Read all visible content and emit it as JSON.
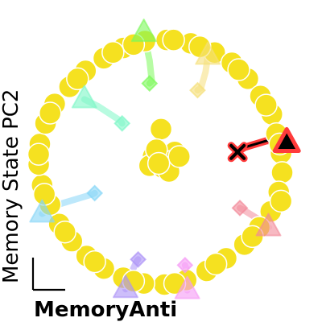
{
  "chart_data": {
    "type": "scatter",
    "title": "",
    "xlabel": "MemoryAnti",
    "ylabel": "Memory State PC2",
    "grid": false,
    "legend": "none",
    "xlim": [
      -1.4,
      1.4
    ],
    "ylim": [
      -1.4,
      1.4
    ],
    "ring_color": "#f5e120",
    "ring_points": [
      [
        -0.14,
        1.07
      ],
      [
        0.05,
        1.08
      ],
      [
        0.26,
        1.05
      ],
      [
        0.47,
        0.97
      ],
      [
        0.62,
        0.88
      ],
      [
        0.76,
        0.74
      ],
      [
        0.87,
        0.59
      ],
      [
        0.97,
        0.43
      ],
      [
        1.01,
        0.26
      ],
      [
        1.05,
        0.09
      ],
      [
        1.06,
        -0.08
      ],
      [
        1.03,
        -0.25
      ],
      [
        0.96,
        -0.42
      ],
      [
        0.86,
        -0.56
      ],
      [
        0.73,
        -0.71
      ],
      [
        0.57,
        -0.83
      ],
      [
        0.4,
        -0.94
      ],
      [
        0.22,
        -1.02
      ],
      [
        0.03,
        -1.06
      ],
      [
        -0.15,
        -1.05
      ],
      [
        -0.33,
        -1.0
      ],
      [
        -0.5,
        -0.92
      ],
      [
        -0.65,
        -0.81
      ],
      [
        -0.78,
        -0.68
      ],
      [
        -0.89,
        -0.53
      ],
      [
        -0.97,
        -0.36
      ],
      [
        -1.04,
        -0.19
      ],
      [
        -1.07,
        -0.01
      ],
      [
        -1.06,
        0.17
      ],
      [
        -1.01,
        0.35
      ],
      [
        -0.93,
        0.52
      ],
      [
        -0.8,
        0.67
      ],
      [
        -0.66,
        0.81
      ],
      [
        -0.5,
        0.92
      ],
      [
        -0.33,
        1.01
      ],
      [
        0.11,
        1.08
      ],
      [
        -0.24,
        1.04
      ],
      [
        0.34,
        1.02
      ],
      [
        0.68,
        0.82
      ],
      [
        0.92,
        0.51
      ],
      [
        1.04,
        0.17
      ],
      [
        1.05,
        -0.33
      ],
      [
        0.8,
        -0.64
      ],
      [
        0.48,
        -0.88
      ],
      [
        0.12,
        -1.05
      ],
      [
        -0.24,
        -1.03
      ],
      [
        -0.58,
        -0.86
      ],
      [
        -0.84,
        -0.6
      ],
      [
        -1.02,
        -0.27
      ],
      [
        -1.07,
        0.08
      ],
      [
        -0.97,
        0.44
      ],
      [
        -0.73,
        0.74
      ],
      [
        -0.42,
        0.97
      ]
    ],
    "cluster_points": [
      [
        0.0,
        0.3
      ],
      [
        -0.07,
        0.06
      ],
      [
        0.04,
        0.08
      ],
      [
        0.12,
        0.1
      ],
      [
        -0.1,
        -0.02
      ],
      [
        0.02,
        -0.04
      ],
      [
        0.1,
        0.02
      ],
      [
        -0.04,
        0.12
      ],
      [
        0.07,
        -0.07
      ],
      [
        0.16,
        0.06
      ],
      [
        -0.02,
        0.0
      ]
    ],
    "trajectories": [
      {
        "color": "#7cf95a",
        "points": [
          [
            -0.15,
            1.14
          ],
          [
            -0.1,
            0.9
          ],
          [
            -0.08,
            0.72
          ],
          [
            -0.1,
            0.7
          ]
        ]
      },
      {
        "color": "#f5df7a",
        "points": [
          [
            0.41,
            0.94
          ],
          [
            0.39,
            0.8
          ],
          [
            0.35,
            0.66
          ],
          [
            0.32,
            0.64
          ]
        ]
      },
      {
        "color": "#7df7c7",
        "points": [
          [
            -0.67,
            0.56
          ],
          [
            -0.55,
            0.5
          ],
          [
            -0.35,
            0.37
          ],
          [
            -0.34,
            0.35
          ]
        ]
      },
      {
        "color": "#86d6f7",
        "points": [
          [
            -1.04,
            -0.44
          ],
          [
            -0.9,
            -0.36
          ],
          [
            -0.6,
            -0.27
          ],
          [
            -0.58,
            -0.26
          ]
        ]
      },
      {
        "color": "#ac93f7",
        "points": [
          [
            -0.31,
            -1.1
          ],
          [
            -0.27,
            -0.98
          ],
          [
            -0.21,
            -0.85
          ],
          [
            -0.2,
            -0.84
          ]
        ]
      },
      {
        "color": "#f59af5",
        "points": [
          [
            0.23,
            -1.11
          ],
          [
            0.24,
            -1.02
          ],
          [
            0.22,
            -0.92
          ],
          [
            0.21,
            -0.89
          ]
        ]
      },
      {
        "color": "#f28a9a",
        "points": [
          [
            0.94,
            -0.56
          ],
          [
            0.84,
            -0.48
          ],
          [
            0.71,
            -0.4
          ],
          [
            0.69,
            -0.39
          ]
        ]
      },
      {
        "color": "#ff3b3b",
        "points": [
          [
            1.1,
            0.18
          ],
          [
            0.93,
            0.2
          ],
          [
            0.73,
            0.14
          ],
          [
            0.67,
            0.1
          ]
        ]
      }
    ]
  }
}
